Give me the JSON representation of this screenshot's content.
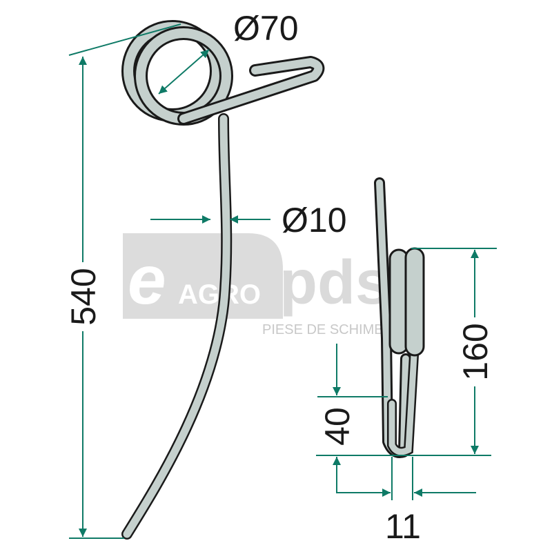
{
  "watermark": {
    "brand_e": "e",
    "brand_agro": "AGRO",
    "brand_pds": "pds",
    "tagline": "PIESE DE SCHIMB"
  },
  "dimensions": {
    "coil_diameter": "Ø70",
    "wire_diameter": "Ø10",
    "total_length": "540",
    "coil_height": "160",
    "hook_length": "40",
    "hook_gap": "11"
  },
  "colors": {
    "dimension_line": "#0e7a66",
    "wire_fill": "#c5d0cd",
    "outline": "#1a1a1a"
  }
}
